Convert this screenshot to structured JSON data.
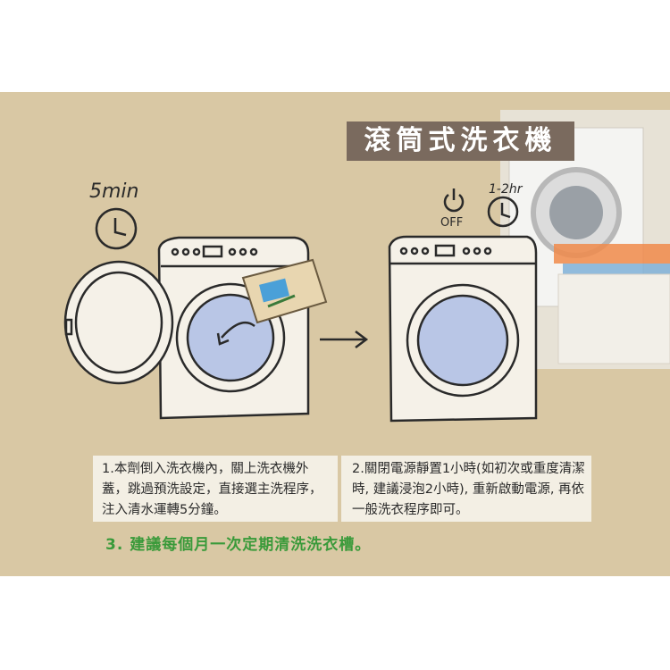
{
  "title": "滾筒式洗衣機",
  "timers": {
    "left": "5min",
    "right": "1-2hr",
    "off_label": "OFF"
  },
  "steps": [
    {
      "text": "1.本劑倒入洗衣機內，關上洗衣機外蓋，跳過預洗設定，直接選主洗程序，注入清水運轉5分鐘。"
    },
    {
      "text": "2.關閉電源靜置1小時(如初次或重度清潔時, 建議浸泡2小時), 重新啟動電源, 再依一般洗衣程序即可。"
    }
  ],
  "tip": "3. 建議每個月一次定期清洗洗衣槽。",
  "icons": [
    "clock-icon",
    "power-icon",
    "arrow-icon",
    "washing-machine-icon",
    "product-packet-icon"
  ],
  "colors": {
    "paper": "#d9c8a4",
    "title_bg": "#7a6a5e",
    "tip_green": "#3a9a3a",
    "drum_blue": "#b9c6e6"
  }
}
